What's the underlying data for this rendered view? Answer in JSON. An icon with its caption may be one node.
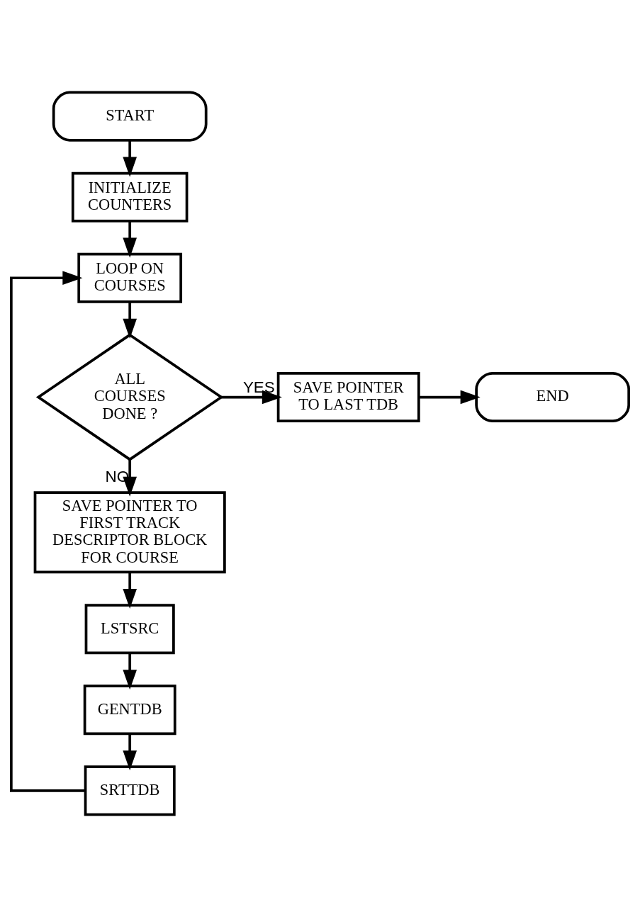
{
  "diagram": {
    "nodes": [
      {
        "text": [
          "START"
        ]
      },
      {
        "text": [
          "INITIALIZE COUNTERS"
        ]
      },
      {
        "text": [
          "LOOP ON COURSES"
        ]
      },
      {
        "text": [
          "ALL COURSES DONE ?"
        ]
      },
      {
        "text": [
          "SAVE POINTER TO LAST TDB"
        ]
      },
      {
        "text": [
          "END"
        ]
      },
      {
        "text": [
          "SAVE POINTER TO FIRST TRACK DESCRIPTOR BLOCK FOR COURSE"
        ]
      },
      {
        "text": [
          "LSTSRC"
        ]
      },
      {
        "text": [
          "GENTDB"
        ]
      },
      {
        "text": [
          "SRTTDB"
        ]
      }
    ],
    "edges": [
      {
        "from": 0,
        "to": 1,
        "arrow": "to"
      },
      {
        "from": 1,
        "to": 2,
        "arrow": "to"
      },
      {
        "from": 2,
        "to": 3,
        "arrow": "to"
      },
      {
        "from": 3,
        "to": 4,
        "arrow": "to",
        "label": "YES"
      },
      {
        "from": 4,
        "to": 5,
        "arrow": "to"
      },
      {
        "from": 3,
        "to": 6,
        "arrow": "to",
        "label": "NO"
      },
      {
        "from": 6,
        "to": 7,
        "arrow": "to"
      },
      {
        "from": 7,
        "to": 8,
        "arrow": "to"
      },
      {
        "from": 8,
        "to": 9,
        "arrow": "to"
      },
      {
        "from": 9,
        "to": 2,
        "arrow": "to"
      }
    ]
  }
}
